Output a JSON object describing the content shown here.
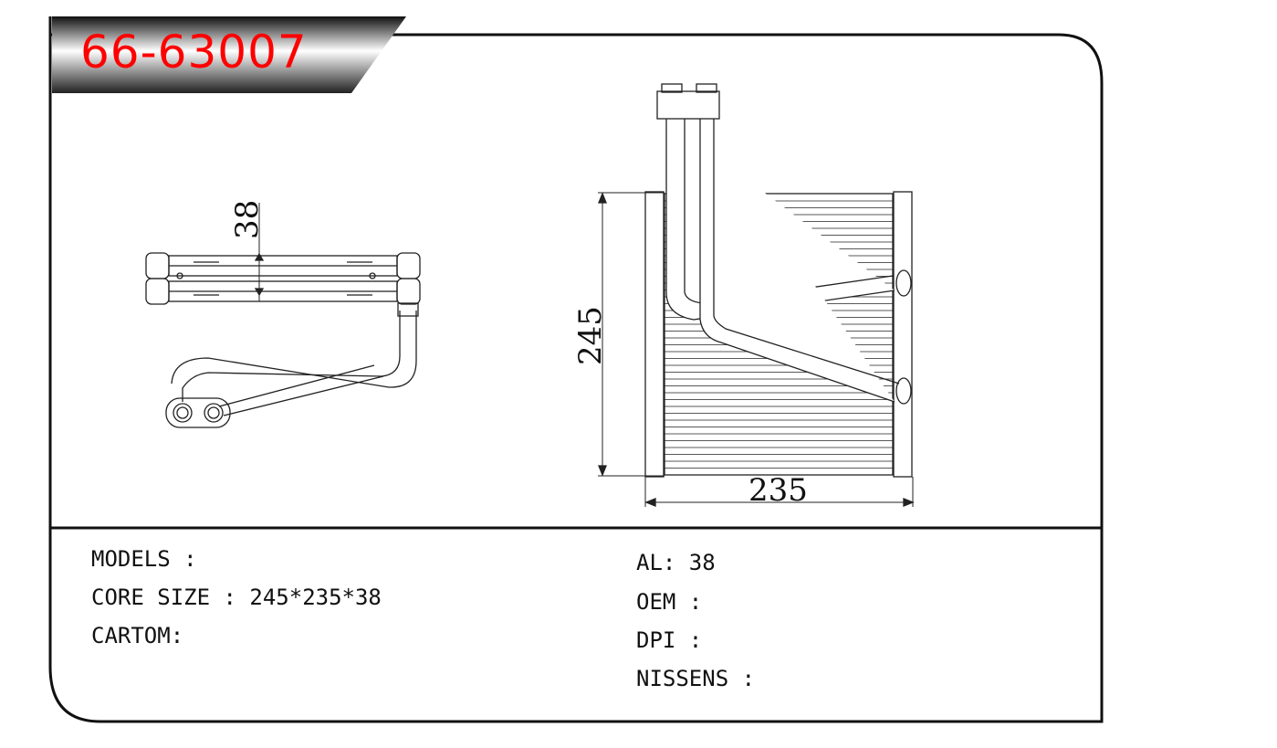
{
  "title": {
    "part_number": "66-63007",
    "color": "#ff0000"
  },
  "dimensions": {
    "height": "245",
    "width": "235",
    "thickness": "38"
  },
  "specs_left": [
    {
      "label": "MODELS :",
      "value": ""
    },
    {
      "label": "CORE SIZE : 245*235*38",
      "value": ""
    },
    {
      "label": "CARTOM:",
      "value": ""
    }
  ],
  "specs_right": [
    {
      "label": "AL: 38"
    },
    {
      "label": "OEM :"
    },
    {
      "label": "DPI :"
    },
    {
      "label": "NISSENS :"
    }
  ]
}
